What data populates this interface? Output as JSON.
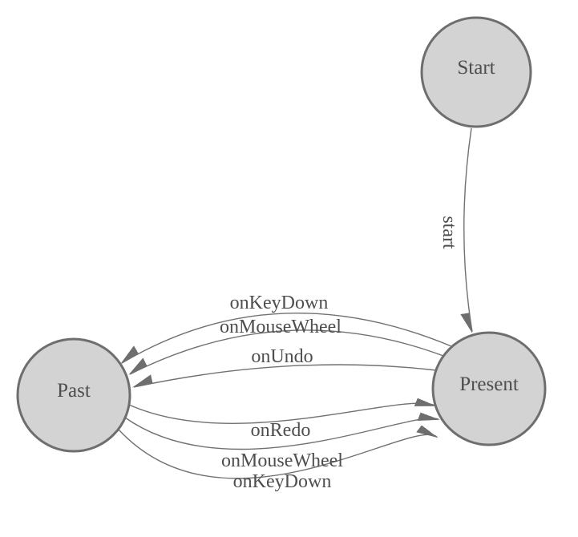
{
  "diagram": {
    "title": "undo-redo state machine",
    "colors": {
      "background": "#ffffff",
      "node_fill": "#d3d3d3",
      "node_stroke": "#6e6e6e",
      "edge_stroke": "#717171",
      "arrowhead_fill": "#6e6e6e",
      "label_text": "#4e4e4e"
    },
    "nodes": [
      {
        "id": "start",
        "label": "Start"
      },
      {
        "id": "present",
        "label": "Present"
      },
      {
        "id": "past",
        "label": "Past"
      }
    ],
    "edges": [
      {
        "from": "start",
        "to": "present",
        "label": "start"
      },
      {
        "from": "present",
        "to": "past",
        "label": "onKeyDown"
      },
      {
        "from": "present",
        "to": "past",
        "label": "onMouseWheel"
      },
      {
        "from": "present",
        "to": "past",
        "label": "onUndo"
      },
      {
        "from": "past",
        "to": "present",
        "label": "onRedo"
      },
      {
        "from": "past",
        "to": "present",
        "label": "onMouseWheel"
      },
      {
        "from": "past",
        "to": "present",
        "label": "onKeyDown"
      }
    ]
  }
}
